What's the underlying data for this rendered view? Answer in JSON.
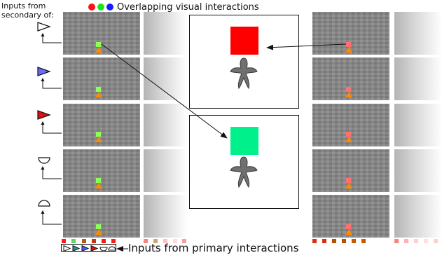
{
  "header": {
    "title": "Overlapping visual interactions",
    "dot_colors": [
      "#ff1010",
      "#19e619",
      "#1a1aff"
    ],
    "left_label_line1": "Inputs from",
    "left_label_line2": "secondary of:"
  },
  "secondary_icons": [
    "right-triangle-white-icon",
    "right-triangle-blue-icon",
    "right-triangle-red-icon",
    "half-circle-down-icon",
    "half-circle-up-icon"
  ],
  "colors": {
    "green_square": "#8cff5a",
    "pink_square": "#ff7070",
    "triangle": "#ff8a00",
    "red_target": "#ff0000",
    "green_target": "#00f08c",
    "panel_gray": "#868686",
    "bird_gray": "#707070"
  },
  "strip_colors": {
    "left": [
      "#ff1a1a",
      "#5fd85f",
      "#b45a1e",
      "#c83214",
      "#ff1a1a",
      "#ff1a1a"
    ],
    "middle": [
      "#ff8080",
      "#c8a878",
      "#ffc0c0",
      "#ffd8d8",
      "#f0a0a0"
    ],
    "right": [
      "#d2320f",
      "#d2320f",
      "#b45000",
      "#b45000",
      "#c85a00",
      "#c85a00"
    ],
    "far_right": [
      "#ff8080",
      "#ffb0b0",
      "#ffd0d0",
      "#ffe0e0",
      "#ffd0d0"
    ]
  },
  "legend": {
    "icons": [
      "right-triangle-white-icon",
      "right-triangle-green-icon",
      "right-triangle-blue-icon",
      "right-triangle-red-icon",
      "half-circle-down-icon",
      "half-circle-up-icon"
    ],
    "label": "Inputs from primary interactions"
  }
}
